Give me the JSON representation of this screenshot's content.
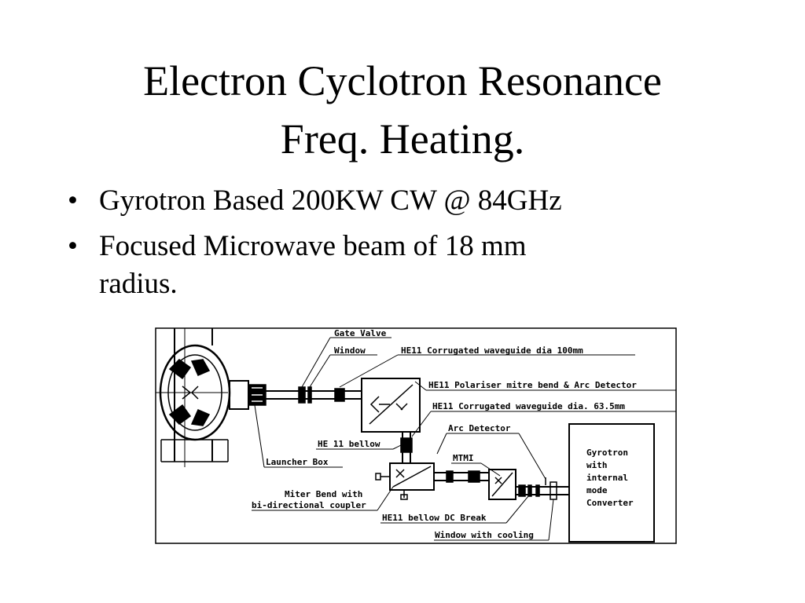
{
  "title": {
    "line1": "Electron Cyclotron Resonance",
    "line2": "Freq. Heating."
  },
  "bullets": [
    {
      "marker": "•",
      "lines": [
        "Gyrotron Based 200KW CW @ 84GHz"
      ]
    },
    {
      "marker": "•",
      "lines": [
        "Focused Microwave beam of  18 mm",
        "radius."
      ]
    }
  ],
  "diagram": {
    "labels": {
      "gate_valve": "Gate Valve",
      "window": "Window",
      "he11_corrugated_100": "HE11 Corrugated waveguide dia 100mm",
      "he11_polariser": "HE11 Polariser mitre bend & Arc Detector",
      "he11_corrugated_63": "HE11 Corrugated waveguide dia. 63.5mm",
      "arc_detector": "Arc Detector",
      "mtmi": "MTMI",
      "he11_bellow": "HE 11 bellow",
      "launcher_box": "Launcher Box",
      "miter_bend_1": "Miter Bend with",
      "miter_bend_2": "bi-directional coupler",
      "he11_bellow_dc": "HE11 bellow DC Break",
      "window_cooling": "Window with cooling",
      "gyrotron": [
        "Gyrotron",
        "with",
        "internal",
        "mode",
        "Converter"
      ]
    }
  }
}
